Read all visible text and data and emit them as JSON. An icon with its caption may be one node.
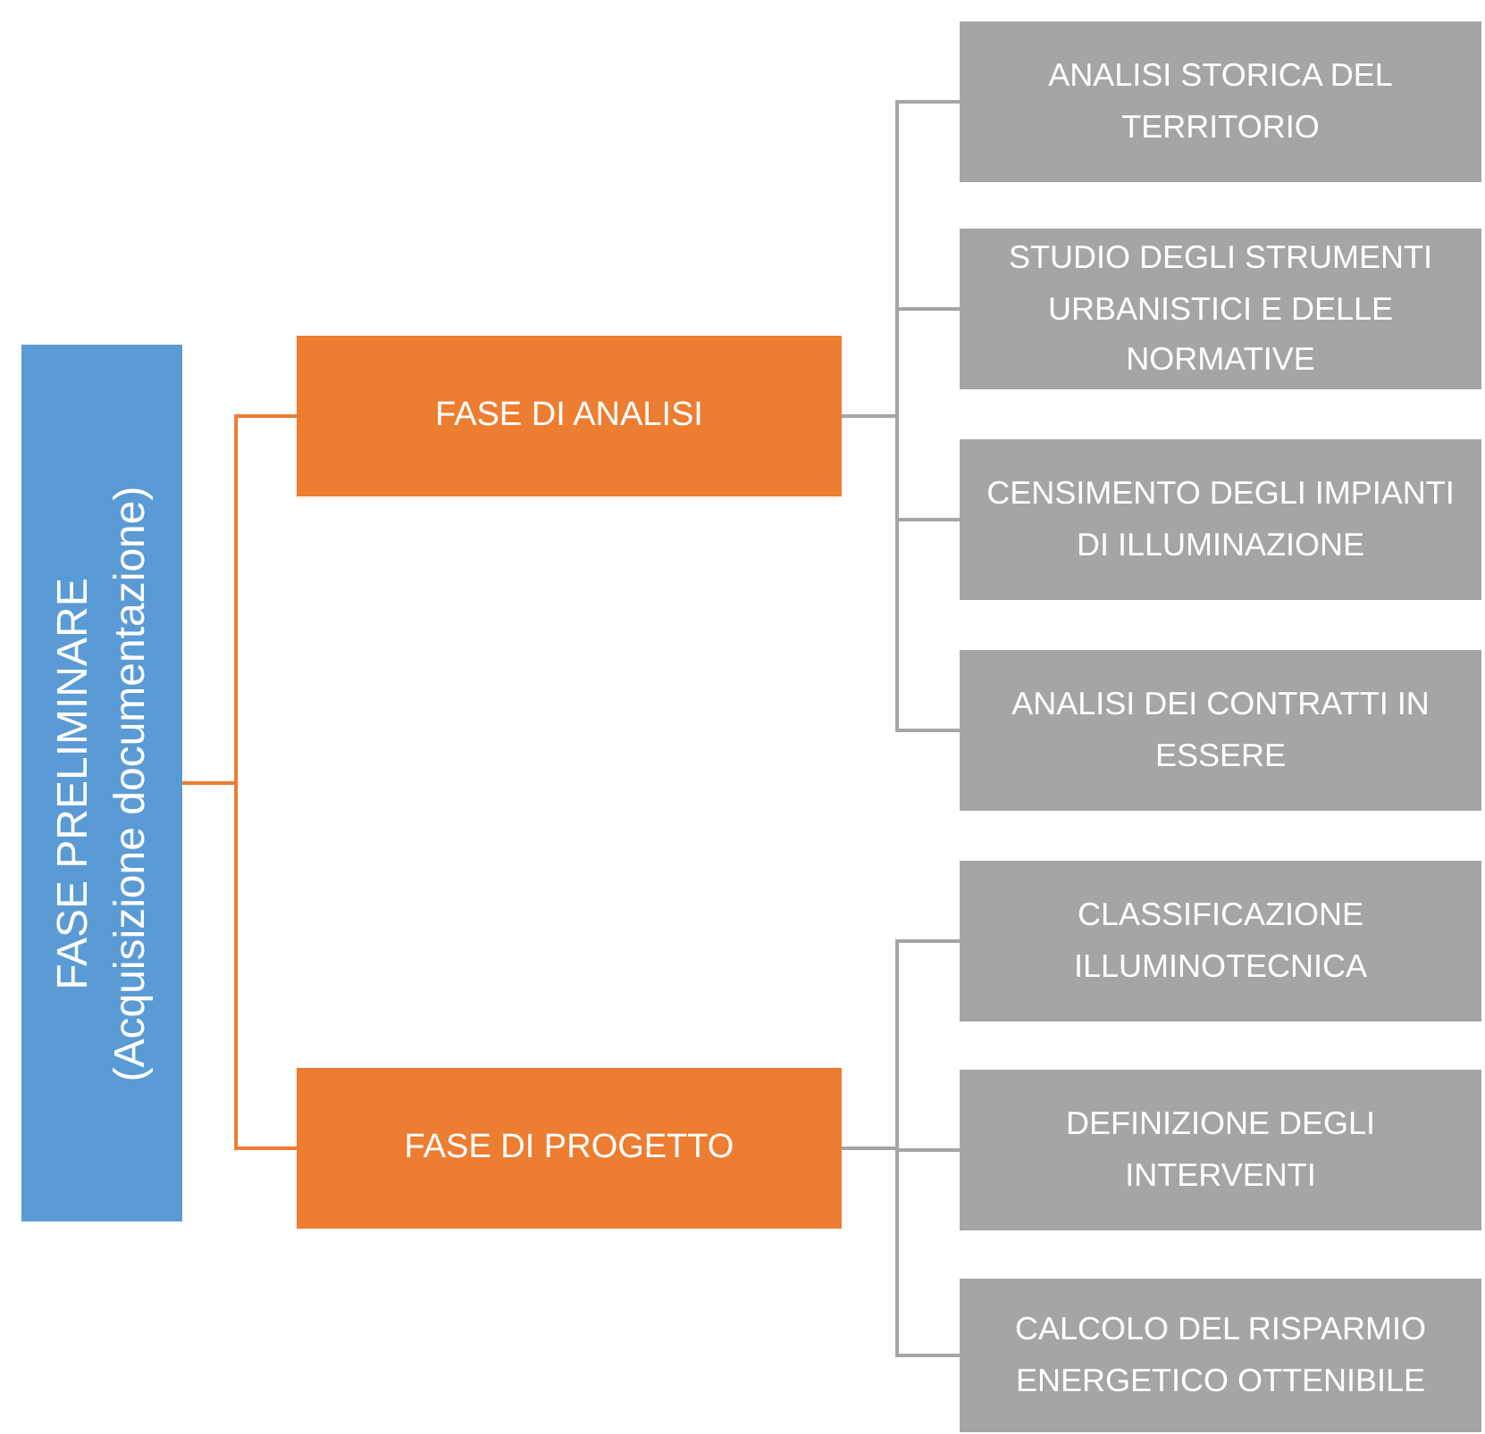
{
  "diagram": {
    "nodes": [
      {
        "text": [
          "FASE PRELIMINARE",
          "(Acquisizione documentazione)"
        ]
      },
      {
        "text": [
          "FASE DI ANALISI"
        ]
      },
      {
        "text": [
          "ANALISI STORICA DEL TERRITORIO"
        ]
      },
      {
        "text": [
          "STUDIO DEGLI STRUMENTI URBANISTICI E DELLE NORMATIVE"
        ]
      },
      {
        "text": [
          "CENSIMENTO DEGLI IMPIANTI DI ILLUMINAZIONE"
        ]
      },
      {
        "text": [
          "ANALISI DEI CONTRATTI IN ESSERE"
        ]
      },
      {
        "text": [
          "FASE DI PROGETTO"
        ]
      },
      {
        "text": [
          "CLASSIFICAZIONE ILLUMINOTECNICA"
        ]
      },
      {
        "text": [
          "DEFINIZIONE DEGLI INTERVENTI"
        ]
      },
      {
        "text": [
          "CALCOLO DEL RISPARMIO ENERGETICO OTTENIBILE"
        ]
      }
    ],
    "edges": [
      {
        "from": 0,
        "to": 1,
        "arrow": "none",
        "color": "#ed7d31"
      },
      {
        "from": 0,
        "to": 6,
        "arrow": "none",
        "color": "#ed7d31"
      },
      {
        "from": 1,
        "to": 2,
        "arrow": "none"
      },
      {
        "from": 1,
        "to": 3,
        "arrow": "none"
      },
      {
        "from": 1,
        "to": 4,
        "arrow": "none"
      },
      {
        "from": 1,
        "to": 5,
        "arrow": "none"
      },
      {
        "from": 6,
        "to": 7,
        "arrow": "none"
      },
      {
        "from": 6,
        "to": 8,
        "arrow": "none"
      },
      {
        "from": 6,
        "to": 9,
        "arrow": "none"
      }
    ]
  }
}
